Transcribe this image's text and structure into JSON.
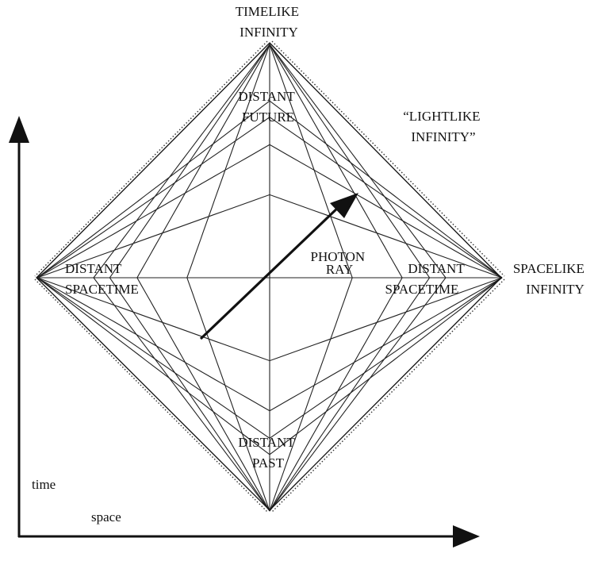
{
  "labels": {
    "timelike_infinity": [
      "TIMELIKE",
      "INFINITY"
    ],
    "distant_future": [
      "DISTANT",
      "FUTURE"
    ],
    "lightlike_infinity": [
      "“LIGHTLIKE",
      "INFINITY”"
    ],
    "distant_spacetime_left": [
      "DISTANT",
      "SPACETIME"
    ],
    "distant_spacetime_right": [
      "DISTANT",
      "SPACETIME"
    ],
    "spacelike_infinity": [
      "SPACELIKE",
      "INFINITY"
    ],
    "photon_ray": [
      "PHOTON",
      "RAY"
    ],
    "distant_past": [
      "DISTANT",
      "PAST"
    ],
    "time_axis": "time",
    "space_axis": "space"
  },
  "colors": {
    "ink": "#111111",
    "background": "#ffffff"
  }
}
